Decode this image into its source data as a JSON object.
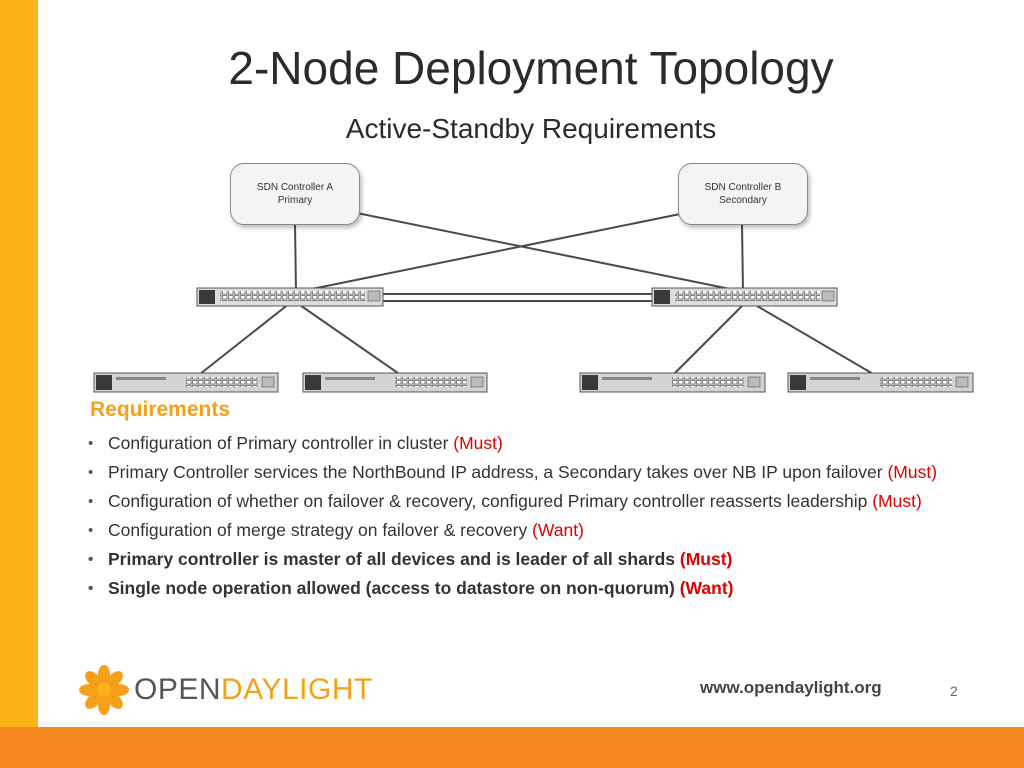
{
  "slide": {
    "title": "2-Node Deployment Topology",
    "subtitle": "Active-Standby Requirements",
    "slide_number": "2",
    "website": "www.opendaylight.org"
  },
  "diagram": {
    "controller_a": {
      "line1": "SDN Controller A",
      "line2": "Primary"
    },
    "controller_b": {
      "line1": "SDN Controller B",
      "line2": "Secondary"
    }
  },
  "requirements": {
    "heading": "Requirements",
    "items": [
      {
        "text": "Configuration of Primary controller in cluster ",
        "tag": "(Must)"
      },
      {
        "text": "Primary Controller services the NorthBound IP address, a Secondary takes over NB IP upon failover ",
        "tag": "(Must)"
      },
      {
        "text": "Configuration of whether on failover & recovery, configured Primary controller reasserts leadership ",
        "tag": "(Must)"
      },
      {
        "text": "Configuration of merge strategy on failover & recovery ",
        "tag": "(Want)"
      },
      {
        "text": "Primary controller is master of all devices and is leader of all shards ",
        "tag": "(Must)"
      },
      {
        "text": "Single node operation allowed (access to datastore on non-quorum) ",
        "tag": "(Want)"
      }
    ]
  },
  "logo": {
    "part1": "OPEN",
    "part2": "DAYLIGHT"
  },
  "colors": {
    "accent_yellow": "#fbb315",
    "accent_orange": "#f6891f",
    "must_red": "#e00000"
  }
}
